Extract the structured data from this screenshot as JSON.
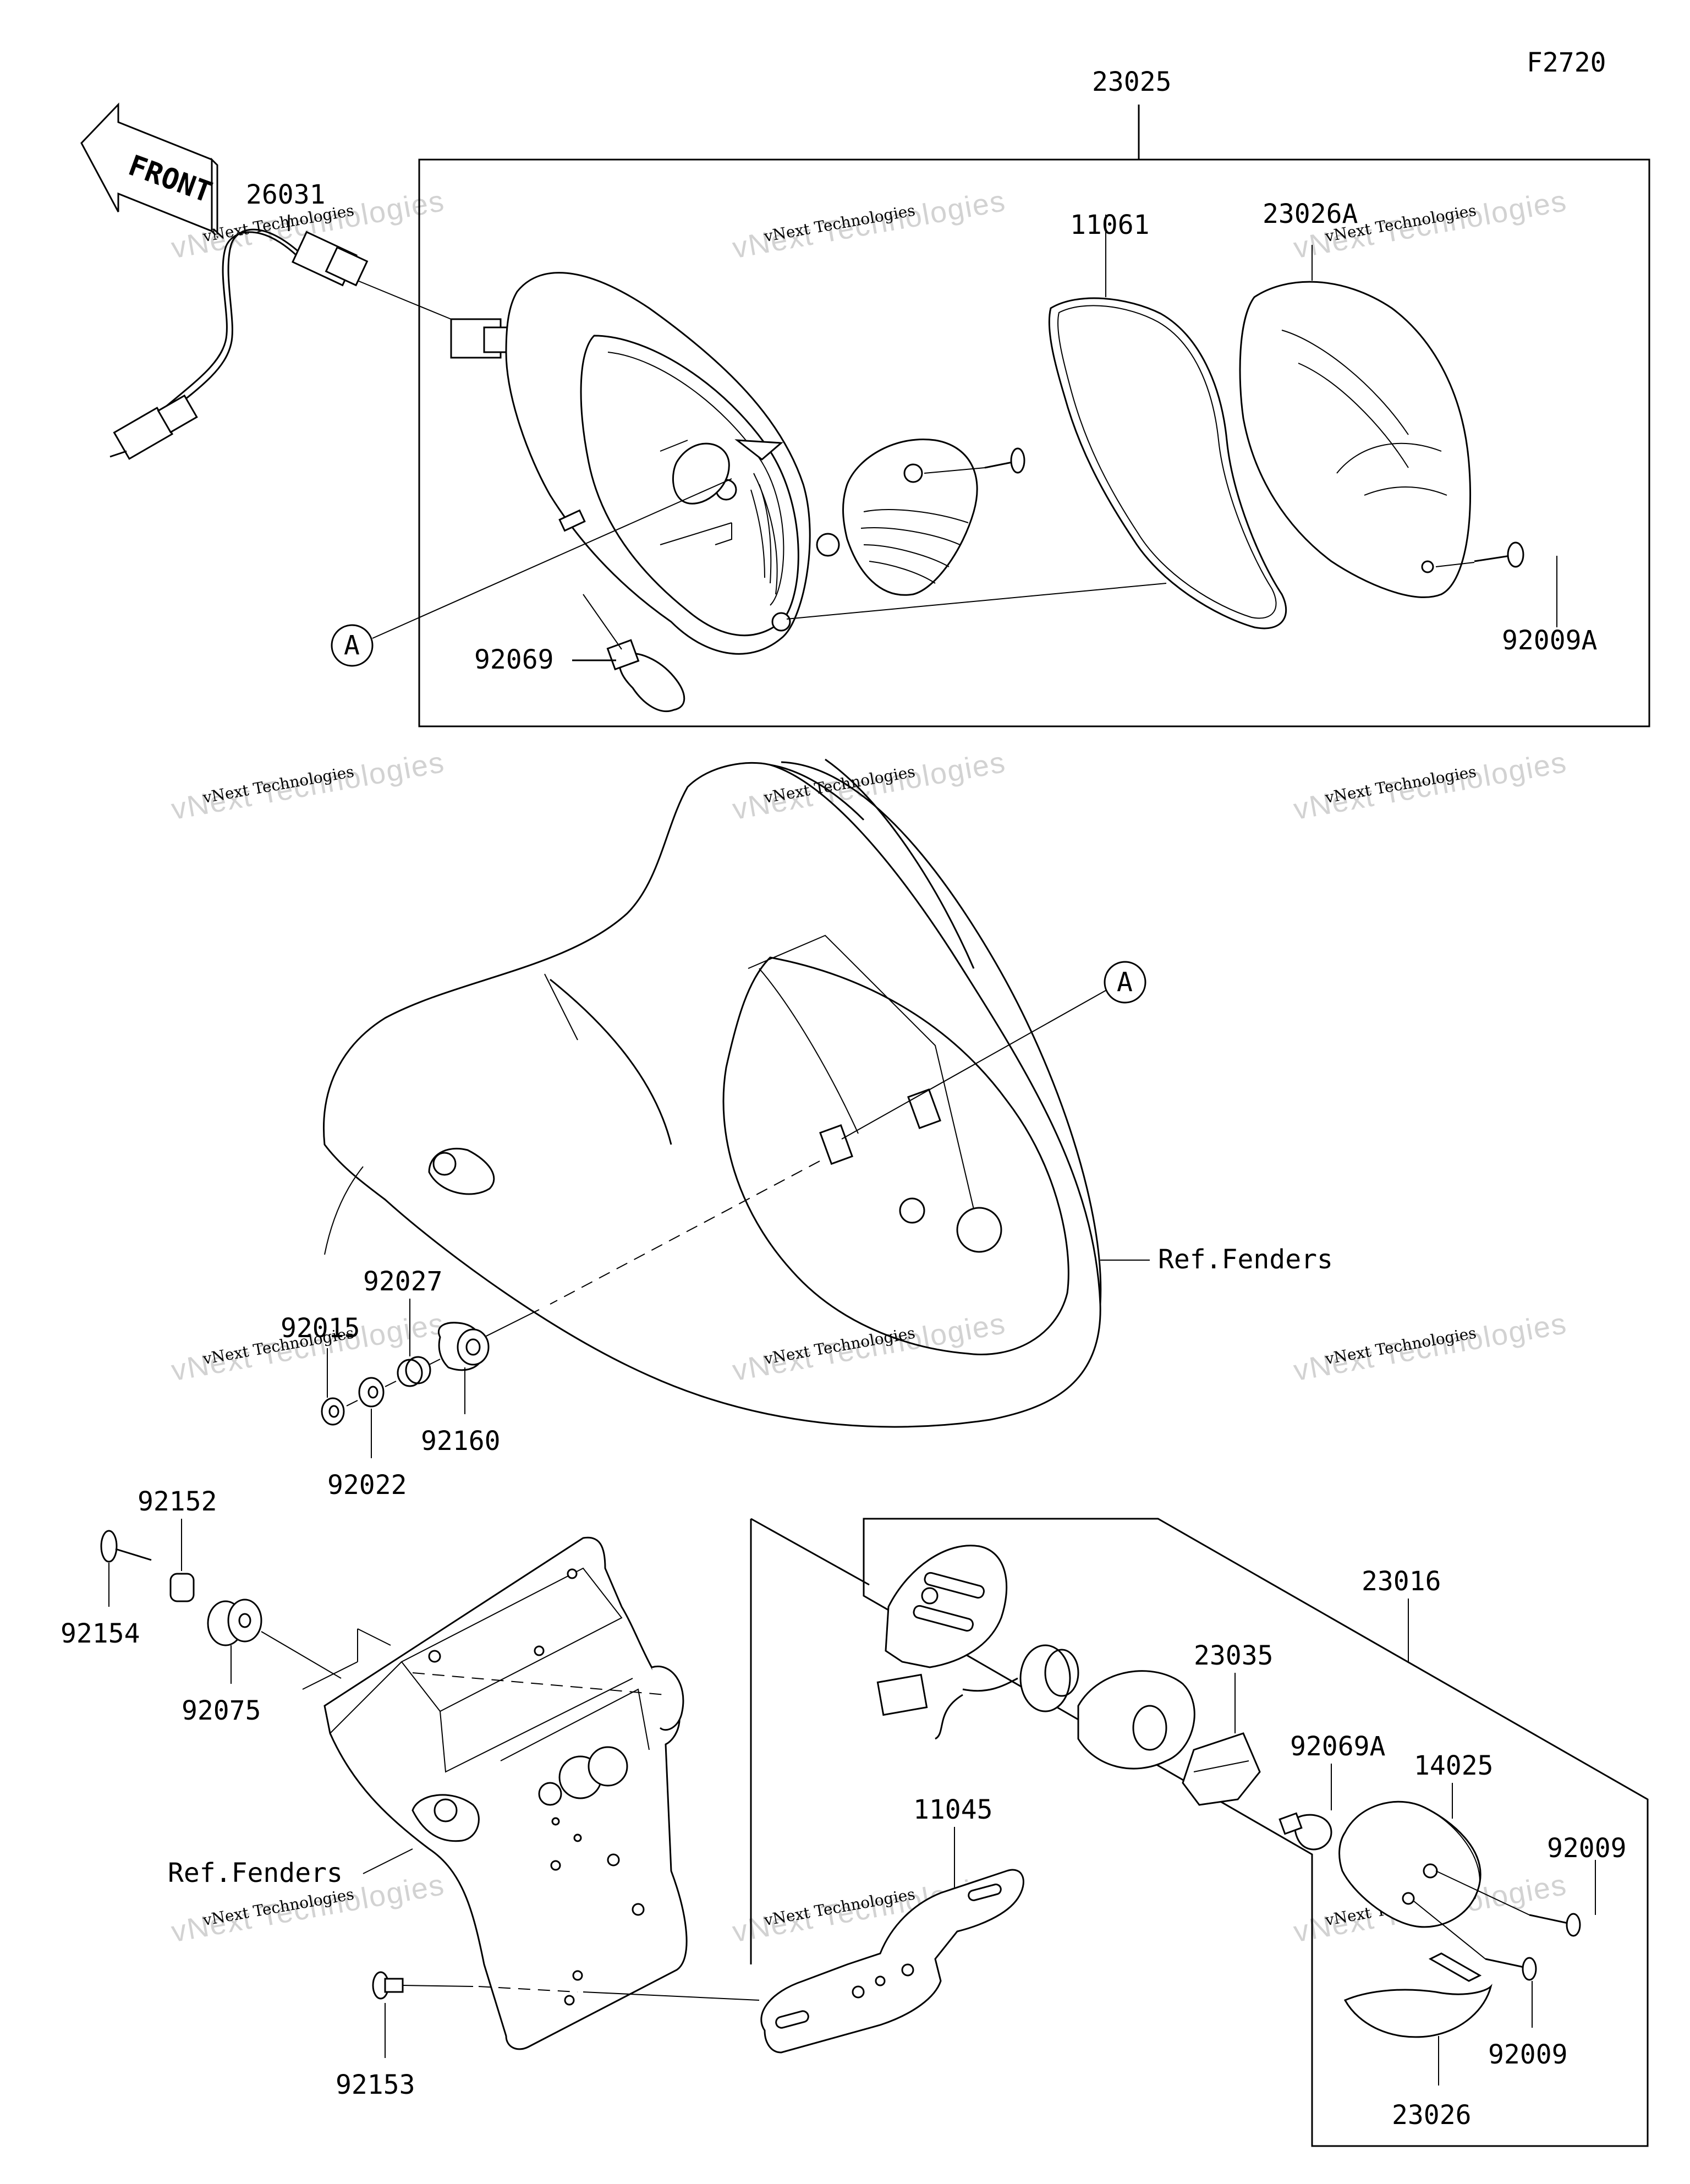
{
  "figure_code": "F2720",
  "front_arrow_text": "FRONT",
  "watermark_line1": "vNext Technologies",
  "watermark_line2": "vNext Technologies",
  "callout_a": "A",
  "labels": {
    "p23025": "23025",
    "p26031": "26031",
    "p11061": "11061",
    "p23026A": "23026A",
    "p92069": "92069",
    "p92009A": "92009A",
    "ref_fenders_1": "Ref.Fenders",
    "p92027": "92027",
    "p92015": "92015",
    "p92022": "92022",
    "p92160": "92160",
    "p92152": "92152",
    "p92154": "92154",
    "p92075": "92075",
    "p23016": "23016",
    "p23035": "23035",
    "p92069A": "92069A",
    "p14025": "14025",
    "p11045": "11045",
    "ref_fenders_2": "Ref.Fenders",
    "p92009_1": "92009",
    "p92009_2": "92009",
    "p92153": "92153",
    "p23026": "23026"
  }
}
